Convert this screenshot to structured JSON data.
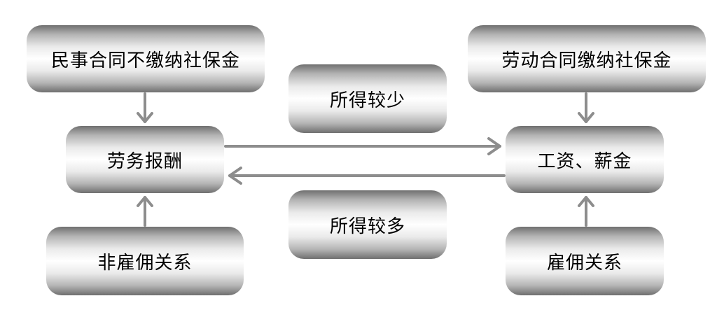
{
  "boxes": {
    "civil_contract": "民事合同不缴纳社保金",
    "labor_contract": "劳动合同缴纳社保金",
    "less_income": "所得较少",
    "remuneration": "劳务报酬",
    "wages": "工资、薪金",
    "more_income": "所得较多",
    "non_employment": "非雇佣关系",
    "employment": "雇佣关系"
  },
  "colors": {
    "arrow": "#8d8d8d",
    "box_edge": "#6f6f6f",
    "box_center": "#ffffff"
  }
}
